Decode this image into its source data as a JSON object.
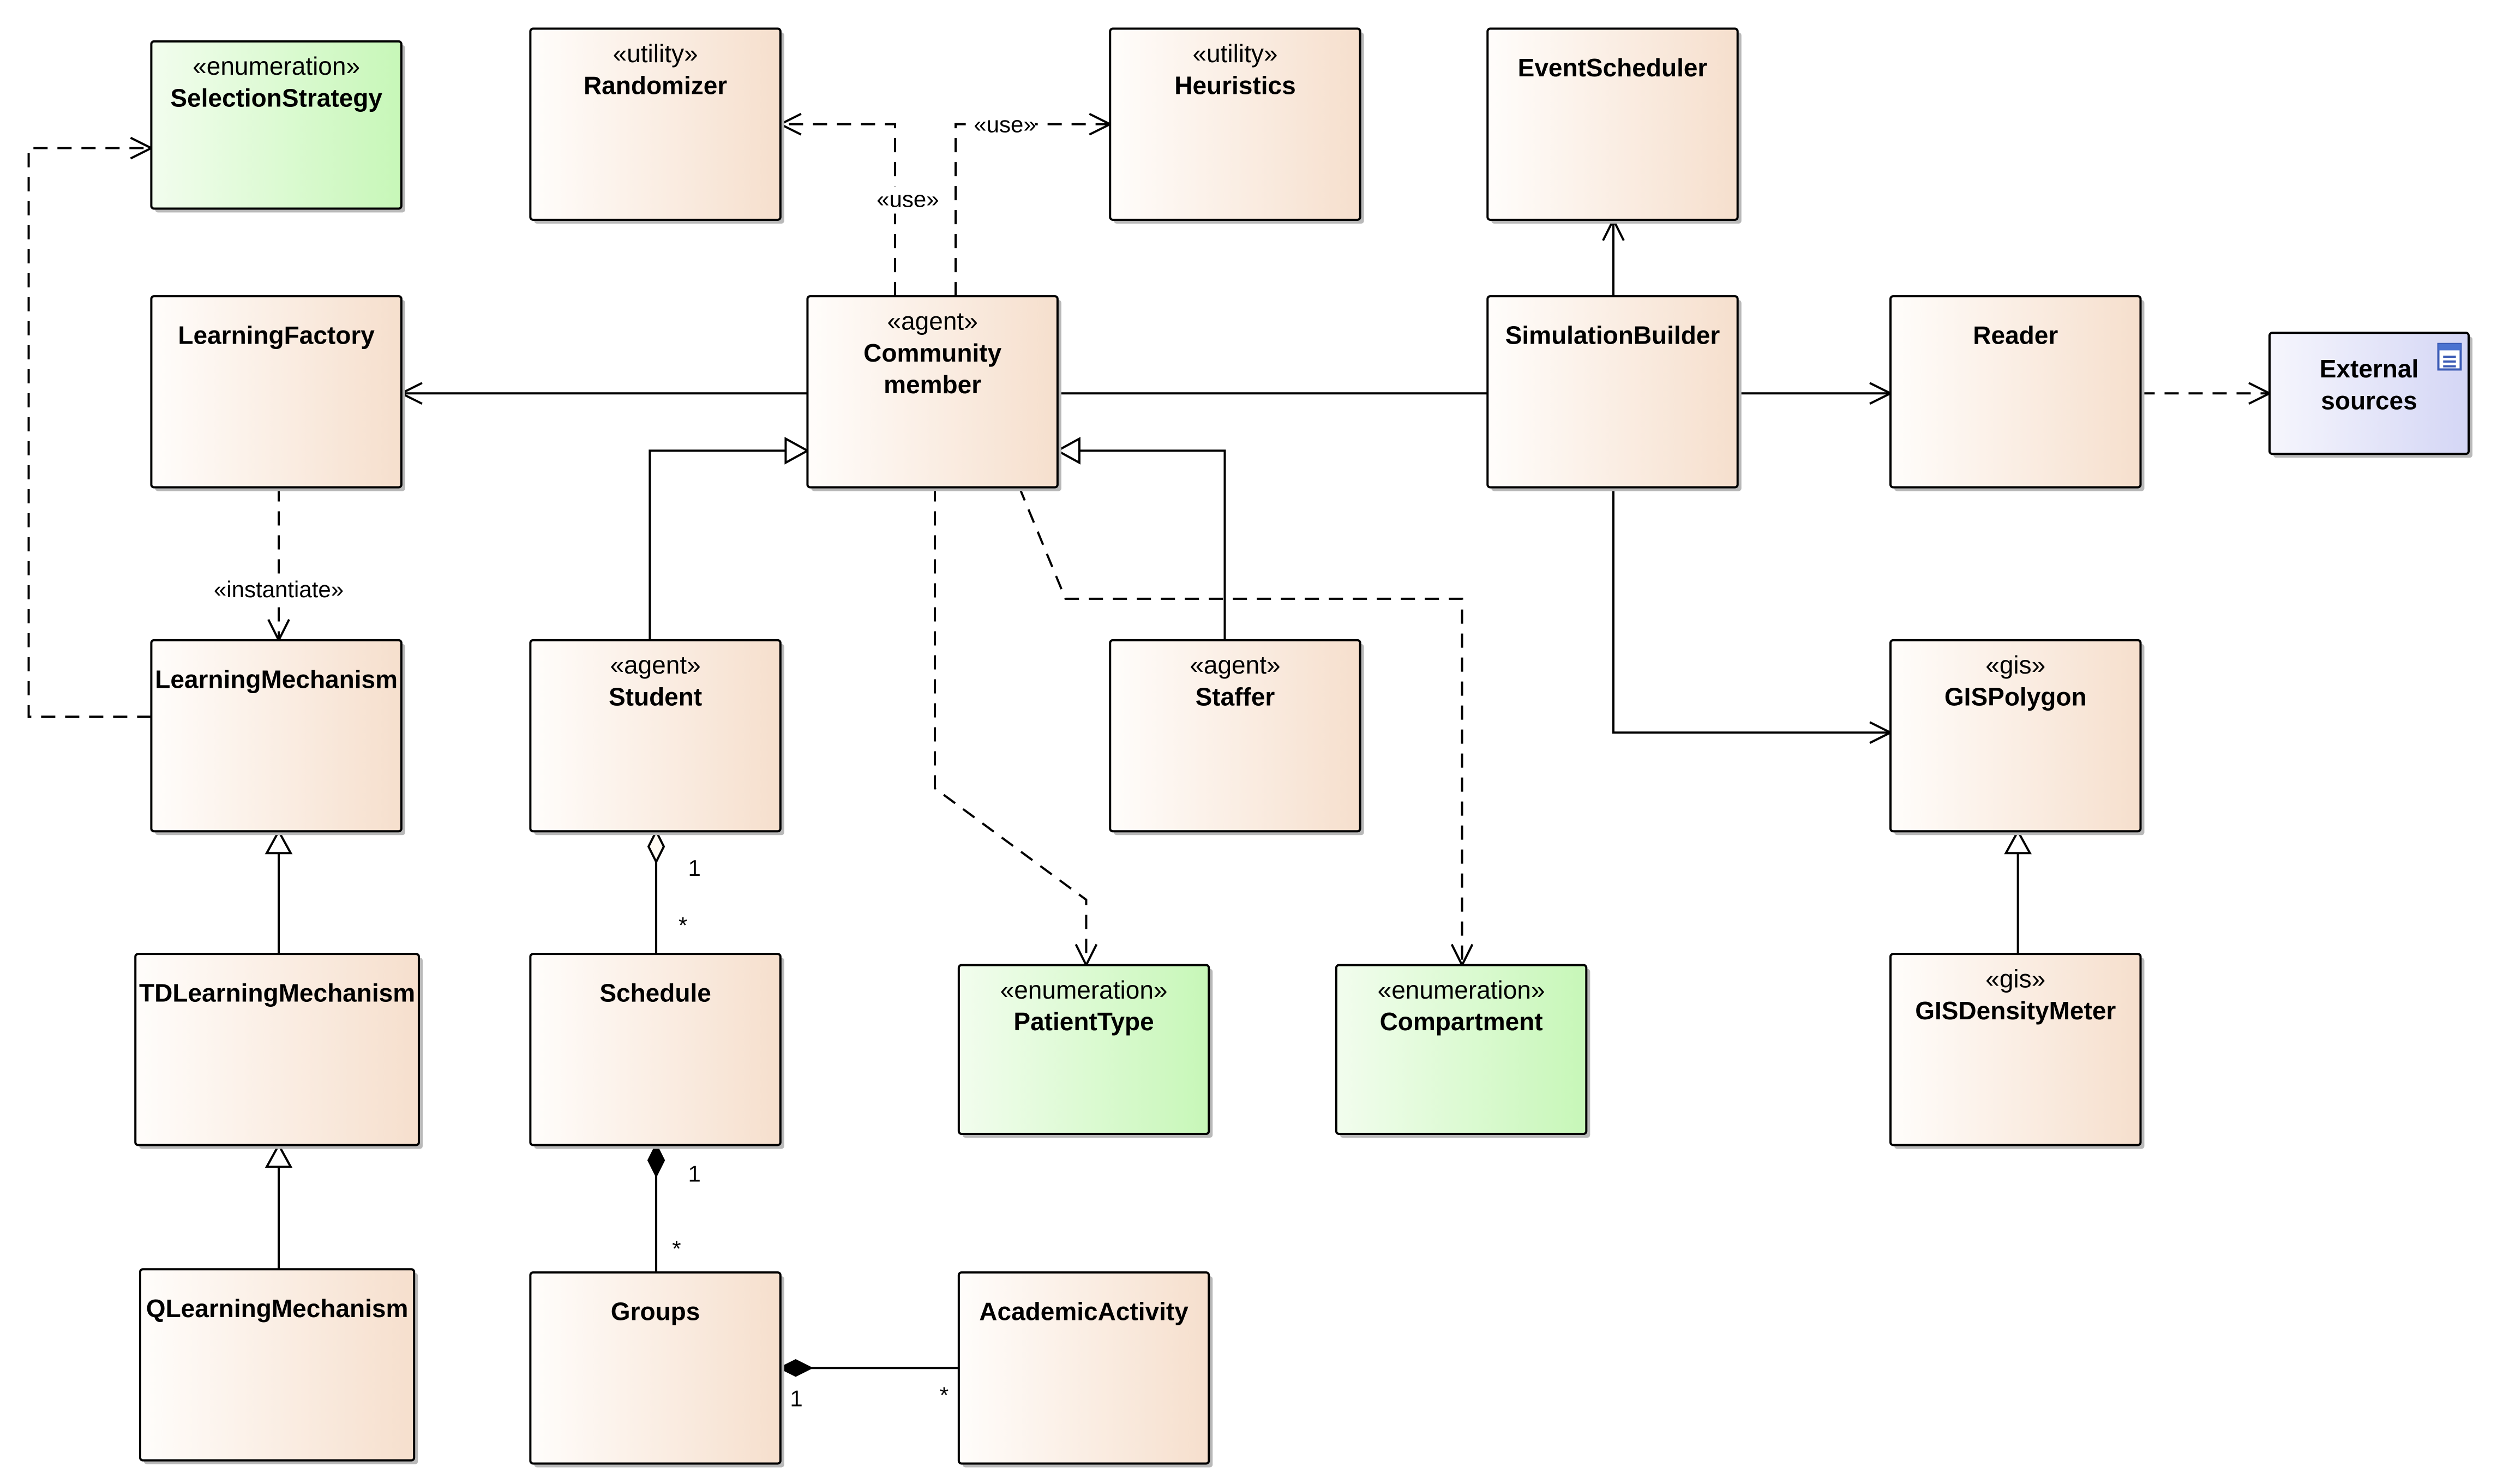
{
  "colors": {
    "class_light": "#fffdfb",
    "class_dark": "#f6dfcd",
    "enum_light": "#f2fdee",
    "enum_dark": "#c7f7b8",
    "artifact_light": "#f6f6fd",
    "artifact_dark": "#d4d6f5",
    "stroke": "#000000"
  },
  "classes": [
    {
      "id": "selection_strategy",
      "stereotype": "«enumeration»",
      "name": "SelectionStrategy",
      "kind": "enum"
    },
    {
      "id": "randomizer",
      "stereotype": "«utility»",
      "name": "Randomizer",
      "kind": "class"
    },
    {
      "id": "heuristics",
      "stereotype": "«utility»",
      "name": "Heuristics",
      "kind": "class"
    },
    {
      "id": "event_scheduler",
      "stereotype": "",
      "name": "EventScheduler",
      "kind": "class"
    },
    {
      "id": "learning_factory",
      "stereotype": "",
      "name": "LearningFactory",
      "kind": "class"
    },
    {
      "id": "community_member",
      "stereotype": "«agent»",
      "name": "Community\nmember",
      "kind": "class"
    },
    {
      "id": "simulation_builder",
      "stereotype": "",
      "name": "SimulationBuilder",
      "kind": "class"
    },
    {
      "id": "reader",
      "stereotype": "",
      "name": "Reader",
      "kind": "class"
    },
    {
      "id": "external_sources",
      "stereotype": "",
      "name": "External\nsources",
      "kind": "artifact"
    },
    {
      "id": "learning_mechanism",
      "stereotype": "",
      "name": "LearningMechanism",
      "kind": "class"
    },
    {
      "id": "student",
      "stereotype": "«agent»",
      "name": "Student",
      "kind": "class"
    },
    {
      "id": "staffer",
      "stereotype": "«agent»",
      "name": "Staffer",
      "kind": "class"
    },
    {
      "id": "gis_polygon",
      "stereotype": "«gis»",
      "name": "GISPolygon",
      "kind": "class"
    },
    {
      "id": "td_learning_mechanism",
      "stereotype": "",
      "name": "TDLearningMechanism",
      "kind": "class"
    },
    {
      "id": "schedule",
      "stereotype": "",
      "name": "Schedule",
      "kind": "class"
    },
    {
      "id": "patient_type",
      "stereotype": "«enumeration»",
      "name": "PatientType",
      "kind": "enum"
    },
    {
      "id": "compartment",
      "stereotype": "«enumeration»",
      "name": "Compartment",
      "kind": "enum"
    },
    {
      "id": "gis_density_meter",
      "stereotype": "«gis»",
      "name": "GISDensityMeter",
      "kind": "class"
    },
    {
      "id": "q_learning_mechanism",
      "stereotype": "",
      "name": "QLearningMechanism",
      "kind": "class"
    },
    {
      "id": "groups",
      "stereotype": "",
      "name": "Groups",
      "kind": "class"
    },
    {
      "id": "academic_activity",
      "stereotype": "",
      "name": "AcademicActivity",
      "kind": "class"
    }
  ],
  "relations": [
    {
      "id": "use_randomizer",
      "type": "dependency",
      "from": "community_member",
      "to": "randomizer",
      "label": "«use»"
    },
    {
      "id": "use_heuristics",
      "type": "dependency",
      "from": "community_member",
      "to": "heuristics",
      "label": "«use»"
    },
    {
      "id": "cm_to_learning_factory",
      "type": "association",
      "from": "community_member",
      "to": "learning_factory",
      "label": ""
    },
    {
      "id": "cm_to_simulation_builder",
      "type": "line",
      "from": "community_member",
      "to": "simulation_builder",
      "label": ""
    },
    {
      "id": "sb_to_event_scheduler",
      "type": "association",
      "from": "simulation_builder",
      "to": "event_scheduler",
      "label": ""
    },
    {
      "id": "sb_to_reader",
      "type": "association",
      "from": "simulation_builder",
      "to": "reader",
      "label": ""
    },
    {
      "id": "sb_to_gis_polygon",
      "type": "association",
      "from": "simulation_builder",
      "to": "gis_polygon",
      "label": ""
    },
    {
      "id": "reader_to_external",
      "type": "dependency",
      "from": "reader",
      "to": "external_sources",
      "label": ""
    },
    {
      "id": "lf_instantiate_lm",
      "type": "dependency",
      "from": "learning_factory",
      "to": "learning_mechanism",
      "label": "«instantiate»"
    },
    {
      "id": "lm_to_selection_strategy",
      "type": "dependency",
      "from": "learning_mechanism",
      "to": "selection_strategy",
      "label": ""
    },
    {
      "id": "student_generalization",
      "type": "generalization",
      "from": "student",
      "to": "community_member",
      "label": ""
    },
    {
      "id": "staffer_generalization",
      "type": "generalization",
      "from": "staffer",
      "to": "community_member",
      "label": ""
    },
    {
      "id": "cm_to_patient_type",
      "type": "dependency",
      "from": "community_member",
      "to": "patient_type",
      "label": ""
    },
    {
      "id": "cm_to_compartment",
      "type": "dependency",
      "from": "community_member",
      "to": "compartment",
      "label": ""
    },
    {
      "id": "td_generalization",
      "type": "generalization",
      "from": "td_learning_mechanism",
      "to": "learning_mechanism",
      "label": ""
    },
    {
      "id": "q_generalization",
      "type": "generalization",
      "from": "q_learning_mechanism",
      "to": "td_learning_mechanism",
      "label": ""
    },
    {
      "id": "gisdm_generalization",
      "type": "generalization",
      "from": "gis_density_meter",
      "to": "gis_polygon",
      "label": ""
    },
    {
      "id": "student_schedule",
      "type": "aggregation",
      "from": "student",
      "to": "schedule",
      "label": "",
      "source_multiplicity": "1",
      "target_multiplicity": "*"
    },
    {
      "id": "schedule_groups",
      "type": "composition",
      "from": "schedule",
      "to": "groups",
      "label": "",
      "source_multiplicity": "1",
      "target_multiplicity": "*"
    },
    {
      "id": "groups_activity",
      "type": "composition",
      "from": "groups",
      "to": "academic_activity",
      "label": "",
      "source_multiplicity": "1",
      "target_multiplicity": "*"
    }
  ]
}
